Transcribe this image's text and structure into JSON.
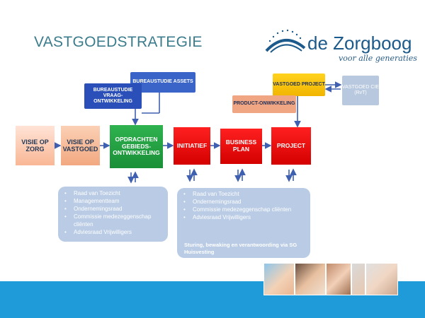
{
  "title": "VASTGOEDSTRATEGIE",
  "logo": {
    "name": "de Zorgboog",
    "tagline": "voor alle generaties"
  },
  "main_flow": [
    {
      "label": "VISIE OP ZORG"
    },
    {
      "label": "VISIE OP VASTGOED"
    },
    {
      "label": "OPDRACHTEN GEBIEDS-ONTWIKKELING"
    },
    {
      "label": "INITIATIEF"
    },
    {
      "label": "BUSINESS PLAN"
    },
    {
      "label": "PROJECT"
    }
  ],
  "inputs": {
    "assets": "BUREAUSTUDIE ASSETS",
    "vraag": "BUREAUSTUDIE VRAAG-ONTWIKKELING",
    "vastgoed_project": "VASTGOED PROJECT",
    "product": "PRODUCT-ONWIKKELING",
    "cie": "VASTGOED CIE (RvT)"
  },
  "panel_left": {
    "items": [
      "Raad van Toezicht",
      "Managementteam",
      "Ondernemingsraad",
      "Commissie medezeggenschap cliënten",
      "Adviesraad Vrijwilligers"
    ]
  },
  "panel_right": {
    "items": [
      "Raad van Toezicht",
      "Ondernemingsraad",
      "Commissie medezeggenschap cliënten",
      "Adviesraad Vrijwilligers"
    ],
    "footer": "Sturing, bewaking en verantwoording via SG Huisvesting"
  },
  "colors": {
    "title": "#3b7c8c",
    "green": "#1a8f37",
    "red": "#d40000",
    "blue_box": "#2b4fb8",
    "yellow": "#f1b500",
    "panel": "#b9cbe5",
    "bottom_band": "#1e9bd8"
  }
}
